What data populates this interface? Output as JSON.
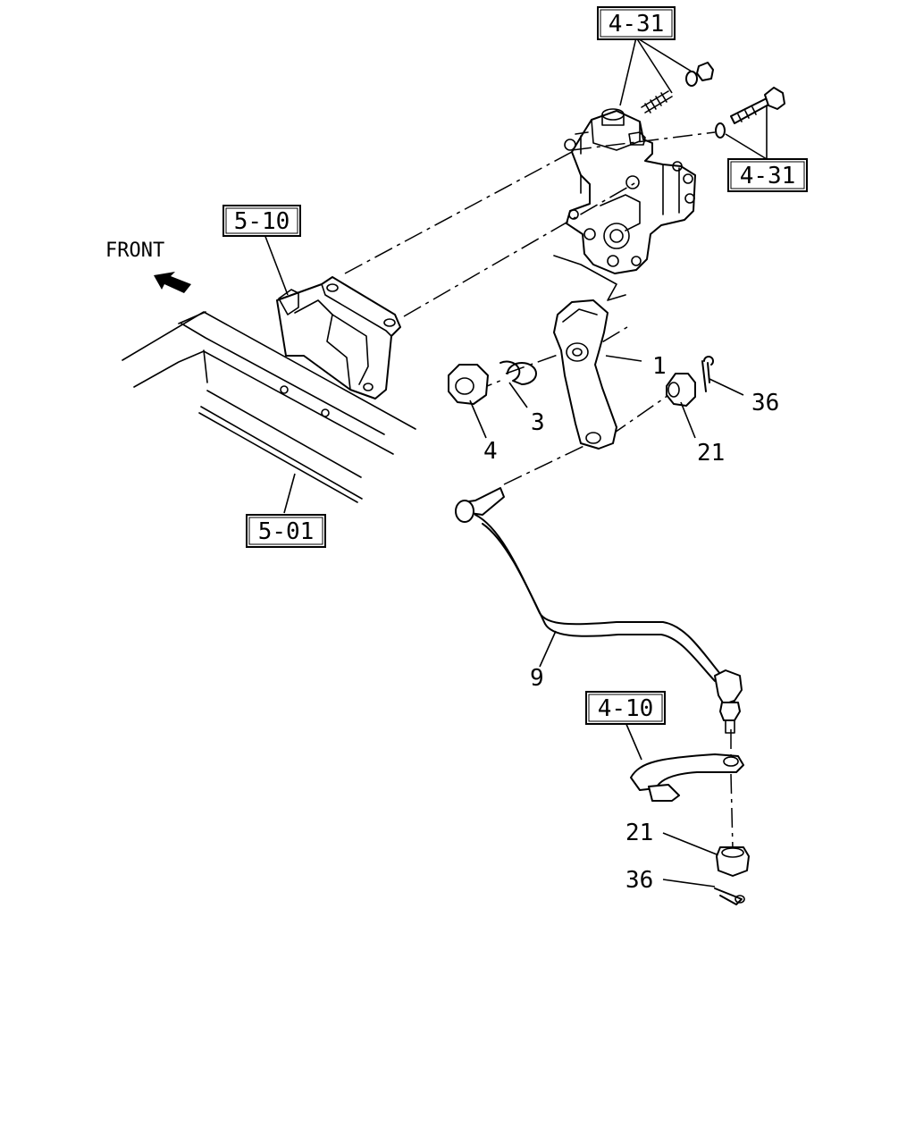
{
  "orientation": {
    "label": "FRONT",
    "arrow_icon": "arrow-upleft-icon"
  },
  "references": [
    {
      "id": "ref-4-31-top",
      "text": "4-31"
    },
    {
      "id": "ref-4-31-right",
      "text": "4-31"
    },
    {
      "id": "ref-5-10",
      "text": "5-10"
    },
    {
      "id": "ref-5-01",
      "text": "5-01"
    },
    {
      "id": "ref-4-10",
      "text": "4-10"
    }
  ],
  "callouts": [
    {
      "id": "callout-1",
      "text": "1"
    },
    {
      "id": "callout-3",
      "text": "3"
    },
    {
      "id": "callout-4",
      "text": "4"
    },
    {
      "id": "callout-21-upper",
      "text": "21"
    },
    {
      "id": "callout-36-upper",
      "text": "36"
    },
    {
      "id": "callout-9",
      "text": "9"
    },
    {
      "id": "callout-21-lower",
      "text": "21"
    },
    {
      "id": "callout-36-lower",
      "text": "36"
    }
  ]
}
